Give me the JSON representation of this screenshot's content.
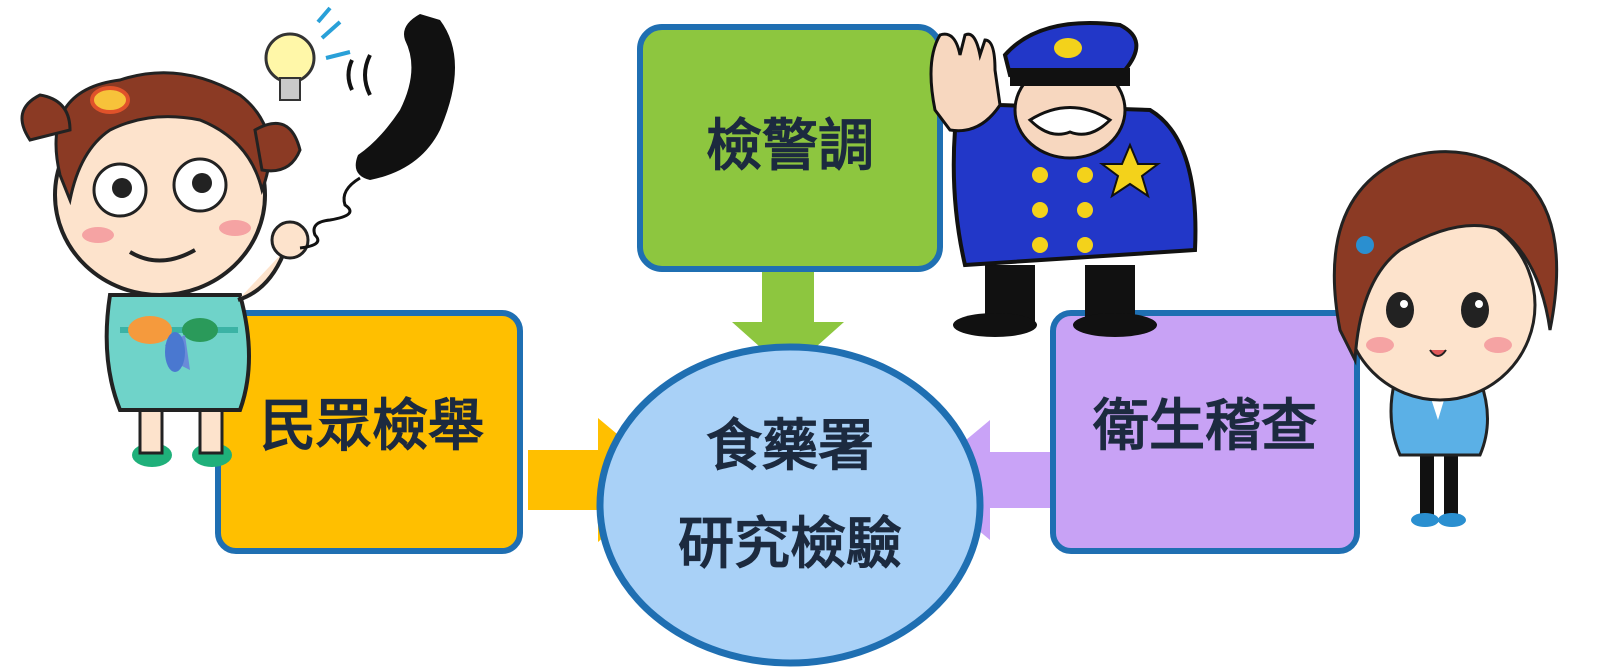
{
  "diagram": {
    "boxes": {
      "top": {
        "label": "檢警調"
      },
      "left": {
        "label": "民眾檢舉"
      },
      "right": {
        "label": "衛生稽查"
      }
    },
    "center": {
      "line1": "食藥署",
      "line2": "研究檢驗"
    }
  },
  "colors": {
    "top_box": "#8dc63f",
    "left_box": "#ffbf00",
    "right_box": "#c8a2f5",
    "center_fill": "#a9d1f7",
    "border": "#1f6fb2",
    "arrow_top": "#8dc63f",
    "arrow_left": "#ffbf00",
    "arrow_right": "#c9a3f7",
    "text": "#1c2a3f"
  },
  "illustrations": [
    "cartoon-girl-on-phone",
    "cartoon-police-officer",
    "cartoon-health-inspector"
  ],
  "icons": [
    "lightbulb-icon",
    "telephone-icon",
    "police-badge-star-icon"
  ]
}
